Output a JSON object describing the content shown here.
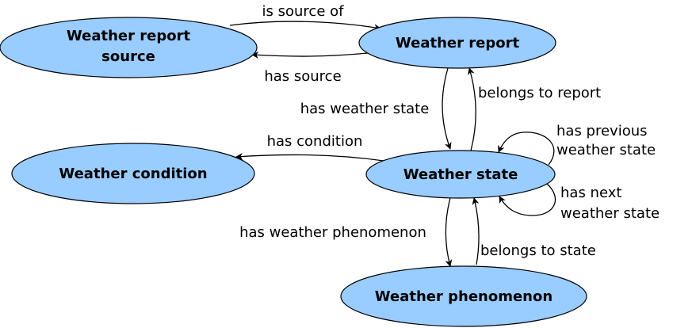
{
  "nodes": {
    "weather_report_source": {
      "line1": "Weather report",
      "line2": "source"
    },
    "weather_report": {
      "label": "Weather report"
    },
    "weather_condition": {
      "label": "Weather condition"
    },
    "weather_state": {
      "label": "Weather state"
    },
    "weather_phenomenon": {
      "label": "Weather phenomenon"
    }
  },
  "edges": {
    "is_source_of": "is source of",
    "has_source": "has source",
    "has_weather_state": "has weather state",
    "belongs_to_report": "belongs to report",
    "has_condition": "has condition",
    "has_previous_weather_state": {
      "line1": "has previous",
      "line2": "weather state"
    },
    "has_next_weather_state": {
      "line1": "has next",
      "line2": "weather state"
    },
    "has_weather_phenomenon": "has weather phenomenon",
    "belongs_to_state": "belongs to state"
  },
  "colors": {
    "node_fill": "#99ccff",
    "stroke": "#000000"
  }
}
